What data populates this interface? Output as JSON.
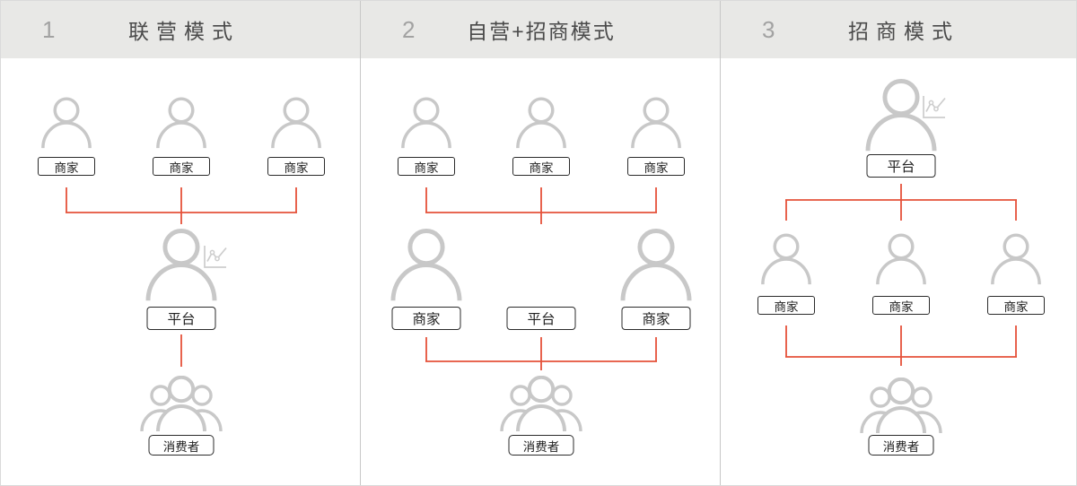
{
  "panels": [
    {
      "number": "1",
      "title": "联营模式",
      "merchants": [
        "商家",
        "商家",
        "商家"
      ],
      "platform": "平台",
      "consumers": "消费者"
    },
    {
      "number": "2",
      "title": "自营+招商模式",
      "merchants": [
        "商家",
        "商家",
        "商家"
      ],
      "middle": {
        "left": "商家",
        "center": "平台",
        "right": "商家"
      },
      "consumers": "消费者"
    },
    {
      "number": "3",
      "title": "招商模式",
      "platform": "平台",
      "merchants": [
        "商家",
        "商家",
        "商家"
      ],
      "consumers": "消费者"
    }
  ],
  "colors": {
    "connector_red": "#e5523a",
    "icon_gray": "#c8c8c8",
    "chart_icon_gray": "#cdcdcd",
    "header_bg": "#e8e8e6",
    "divider": "#c7c7c7",
    "label_border": "#2b2b2b",
    "number_gray": "#a2a2a2",
    "title_gray": "#4a4a4a"
  }
}
